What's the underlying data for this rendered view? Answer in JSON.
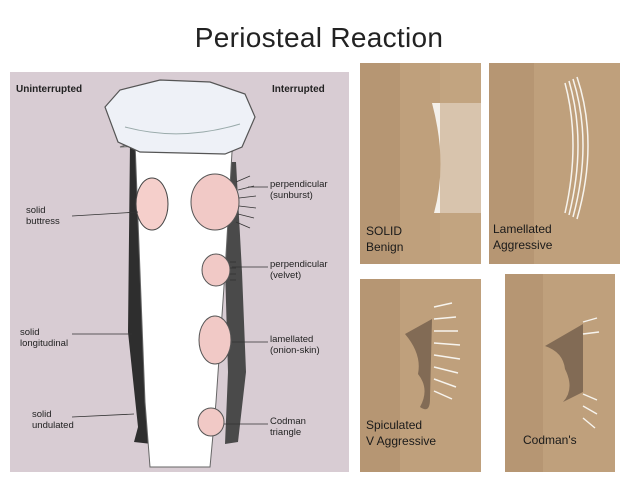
{
  "slide": {
    "title": "Periosteal Reaction"
  },
  "diagram": {
    "header_left": "Uninterrupted",
    "header_right": "Interrupted",
    "left_labels": [
      "solid\nbuttress",
      "solid\nlongitudinal",
      "solid\nundulated"
    ],
    "right_labels": [
      "perpendicular\n(sunburst)",
      "perpendicular\n(velvet)",
      "lamellated\n(onion-skin)",
      "Codman\ntriangle"
    ]
  },
  "photos": [
    {
      "label": "SOLID\nBenign"
    },
    {
      "label": "Lamellated\nAggressive"
    },
    {
      "label": "Spiculated\nV Aggressive"
    },
    {
      "label": "Codman's"
    }
  ],
  "colors": {
    "diagram_bg": "#d8ccd3",
    "bone_photo": "#c0a27e",
    "lesion": "#f1c9c6"
  }
}
